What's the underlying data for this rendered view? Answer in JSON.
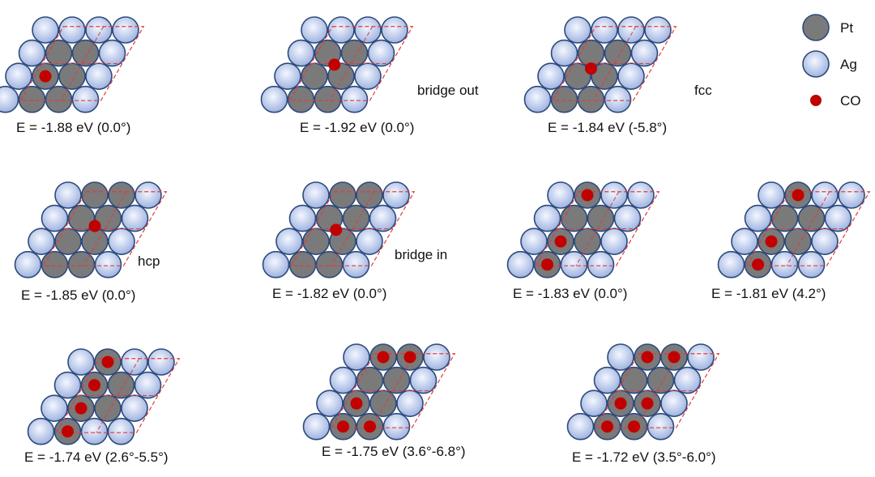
{
  "legend": [
    {
      "label": "Pt",
      "kind": "pt"
    },
    {
      "label": "Ag",
      "kind": "ag"
    },
    {
      "label": "CO",
      "kind": "co"
    }
  ],
  "colors": {
    "pt_fill": "#7a7a7a",
    "ag_fill_center": "#f4f7ff",
    "ag_fill_edge": "#9fb3e0",
    "outline": "#2c4a7c",
    "co": "#c20000",
    "cell_line": "#e23a3a"
  },
  "panels": [
    {
      "energy": "E = -1.88 eV (0.0°)",
      "site": "",
      "pt": [
        [
          1,
          1
        ],
        [
          2,
          1
        ],
        [
          1,
          2
        ],
        [
          2,
          2
        ],
        [
          1,
          3
        ],
        [
          2,
          3
        ]
      ],
      "co": [
        [
          1,
          2
        ]
      ]
    },
    {
      "energy": "E = -1.92 eV (0.0°)",
      "site": "bridge out",
      "pt": [
        [
          1,
          1
        ],
        [
          2,
          1
        ],
        [
          1,
          2
        ],
        [
          2,
          2
        ],
        [
          1,
          3
        ],
        [
          2,
          3
        ]
      ],
      "co": [
        [
          1.5,
          1.5
        ]
      ]
    },
    {
      "energy": "E = -1.84 eV (-5.8°)",
      "site": "fcc",
      "pt": [
        [
          1,
          1
        ],
        [
          2,
          1
        ],
        [
          1,
          2
        ],
        [
          2,
          2
        ],
        [
          1,
          3
        ],
        [
          2,
          3
        ]
      ],
      "co": [
        [
          1.333,
          1.667
        ]
      ]
    },
    {
      "energy": "E = -1.85 eV (0.0°)",
      "site": "hcp",
      "pt": [
        [
          1,
          0
        ],
        [
          2,
          0
        ],
        [
          1,
          1
        ],
        [
          2,
          1
        ],
        [
          1,
          2
        ],
        [
          2,
          2
        ],
        [
          1,
          3
        ],
        [
          2,
          3
        ]
      ],
      "co": [
        [
          1.667,
          1.333
        ]
      ]
    },
    {
      "energy": "E = -1.82 eV (0.0°)",
      "site": "bridge in",
      "pt": [
        [
          1,
          0
        ],
        [
          2,
          0
        ],
        [
          1,
          1
        ],
        [
          2,
          1
        ],
        [
          1,
          2
        ],
        [
          2,
          2
        ],
        [
          1,
          3
        ],
        [
          2,
          3
        ]
      ],
      "co": [
        [
          1.5,
          1.5
        ]
      ]
    },
    {
      "energy": "E = -1.83 eV (0.0°)",
      "site": "",
      "pt": [
        [
          1,
          0
        ],
        [
          1,
          1
        ],
        [
          2,
          1
        ],
        [
          1,
          2
        ],
        [
          2,
          2
        ],
        [
          1,
          3
        ]
      ],
      "co": [
        [
          1,
          0
        ],
        [
          1,
          2
        ],
        [
          1,
          3
        ]
      ]
    },
    {
      "energy": "E = -1.81 eV (4.2°)",
      "site": "",
      "pt": [
        [
          1,
          0
        ],
        [
          1,
          1
        ],
        [
          2,
          1
        ],
        [
          1,
          2
        ],
        [
          2,
          2
        ],
        [
          1,
          3
        ]
      ],
      "co": [
        [
          1,
          0
        ],
        [
          1,
          2
        ],
        [
          1,
          3
        ]
      ]
    },
    {
      "energy": "E = -1.74 eV (2.6°-5.5°)",
      "site": "",
      "pt": [
        [
          1,
          0
        ],
        [
          1,
          1
        ],
        [
          2,
          1
        ],
        [
          1,
          2
        ],
        [
          2,
          2
        ],
        [
          1,
          3
        ]
      ],
      "co": [
        [
          1,
          0
        ],
        [
          1,
          1
        ],
        [
          1,
          2
        ],
        [
          1,
          3
        ]
      ]
    },
    {
      "energy": "E = -1.75 eV (3.6°-6.8°)",
      "site": "",
      "pt": [
        [
          1,
          0
        ],
        [
          2,
          0
        ],
        [
          1,
          1
        ],
        [
          2,
          1
        ],
        [
          1,
          2
        ],
        [
          2,
          2
        ],
        [
          1,
          3
        ],
        [
          2,
          3
        ]
      ],
      "co": [
        [
          1,
          0
        ],
        [
          2,
          0
        ],
        [
          1,
          2
        ],
        [
          1,
          3
        ],
        [
          2,
          3
        ]
      ]
    },
    {
      "energy": "E = -1.72 eV (3.5°-6.0°)",
      "site": "",
      "pt": [
        [
          1,
          0
        ],
        [
          2,
          0
        ],
        [
          1,
          1
        ],
        [
          2,
          1
        ],
        [
          1,
          2
        ],
        [
          2,
          2
        ],
        [
          1,
          3
        ],
        [
          2,
          3
        ]
      ],
      "co": [
        [
          1,
          0
        ],
        [
          2,
          0
        ],
        [
          1,
          2
        ],
        [
          2,
          2
        ],
        [
          1,
          3
        ],
        [
          2,
          3
        ]
      ]
    }
  ]
}
